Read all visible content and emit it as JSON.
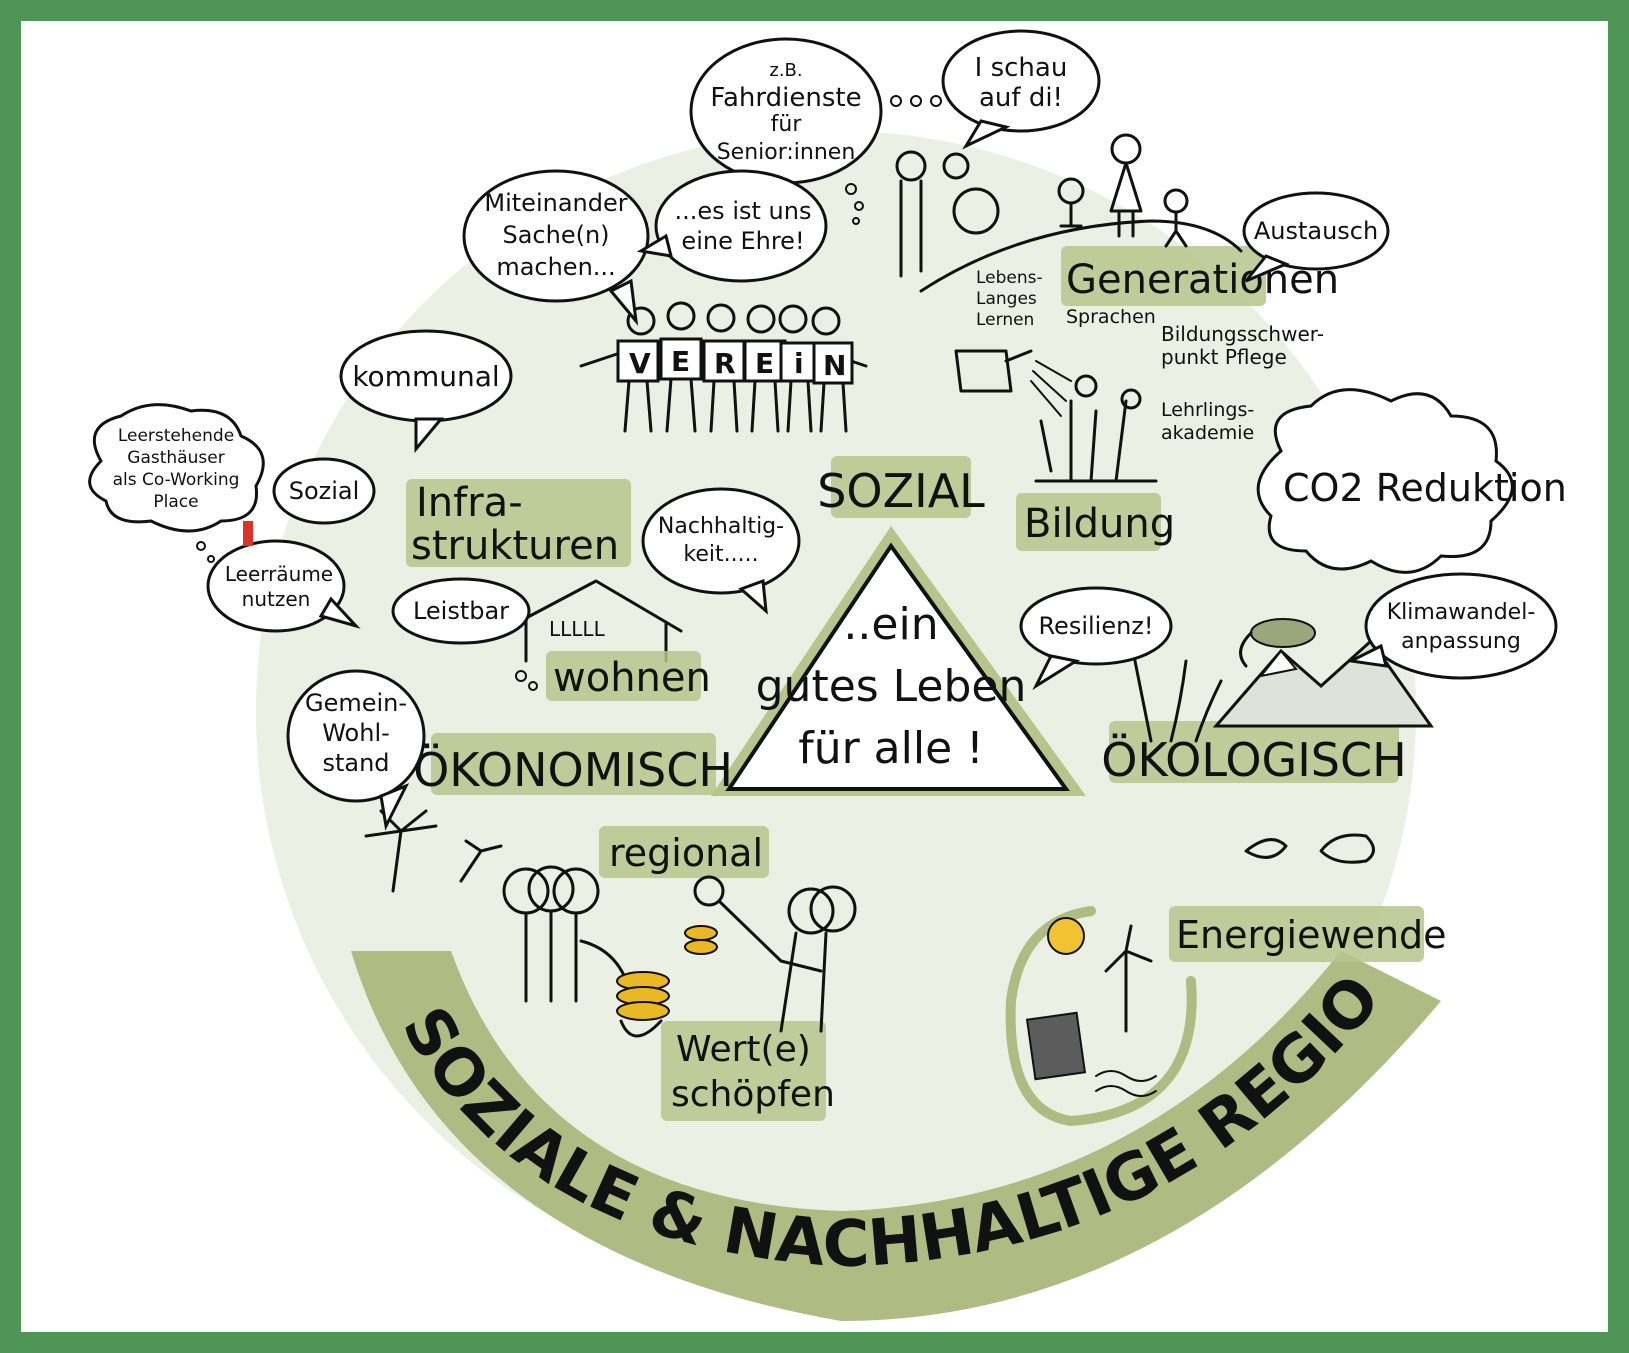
{
  "colors": {
    "frame": "#4f9656",
    "circle": "#ecefe4",
    "highlight": "#b5c58c",
    "band": "#aebc83",
    "ink": "#111111",
    "coin": "#e9b824",
    "sun": "#f1c232",
    "accent_red": "#d8342c"
  },
  "center": {
    "line1": "..ein",
    "line2": "gutes Leben",
    "line3": "für alle !"
  },
  "pillars": {
    "social": "SOZIAL",
    "economic": "ÖKONOMISCH",
    "ecological": "ÖKOLOGISCH"
  },
  "banner": "SOZIALE & NACHHALTIGE REGION",
  "labels": {
    "infra_1": "Infra-",
    "infra_2": "strukturen",
    "wohnen": "wohnen",
    "regional": "regional",
    "wert_1": "Wert(e)",
    "wert_2": "schöpfen",
    "generationen": "Generationen",
    "bildung": "Bildung",
    "energiewende": "Energiewende",
    "verein": [
      "V",
      "E",
      "R",
      "E",
      "i",
      "N"
    ],
    "lebenslanges": [
      "Lebens-",
      "Langes",
      "Lernen"
    ],
    "sprachen": "Sprachen",
    "bildungsschwerpunkt": [
      "Bildungsschwer-",
      "punkt Pflege"
    ],
    "lehrlings": [
      "Lehrlings-",
      "akademie"
    ],
    "co2": "CO2 Reduktion",
    "shack": "LLLLL"
  },
  "bubbles": {
    "fahrdienste": [
      "z.B.",
      "Fahrdienste",
      "für",
      "Senior:innen"
    ],
    "schau": [
      "I schau",
      "auf di!"
    ],
    "miteinander": [
      "Miteinander",
      "Sache(n)",
      "machen..."
    ],
    "ehre": [
      "...es ist uns",
      "eine Ehre!"
    ],
    "austausch": "Austausch",
    "kommunal": "kommunal",
    "leerstehende": [
      "Leerstehende",
      "Gasthäuser",
      "als Co-Working",
      "Place"
    ],
    "sozial": "Sozial",
    "leerraeume": [
      "Leerräume",
      "nutzen"
    ],
    "nachhaltigkeit": [
      "Nachhaltig-",
      "keit....."
    ],
    "leistbar": "Leistbar",
    "gemeinwohl": [
      "Gemein-",
      "Wohl-",
      "stand"
    ],
    "resilienz": "Resilienz!",
    "klima": [
      "Klimawandel-",
      "anpassung"
    ]
  }
}
